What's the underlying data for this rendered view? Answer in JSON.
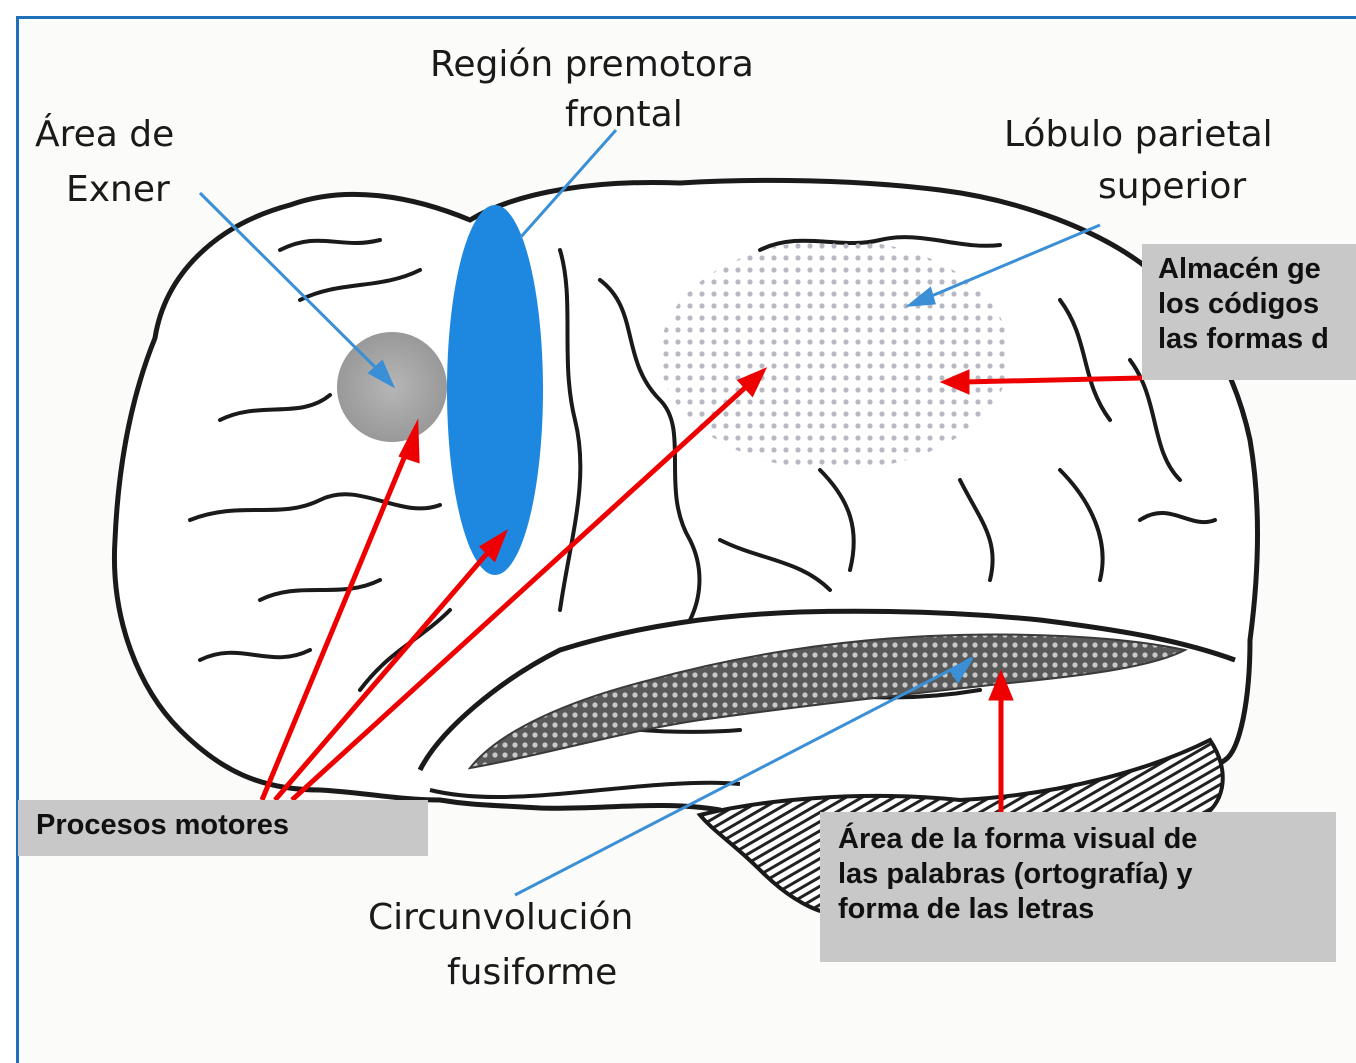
{
  "labels": {
    "exner_line1": "Área de",
    "exner_line2": "Exner",
    "premotora_line1": "Región premotora",
    "premotora_line2": "frontal",
    "parietal_line1": "Lóbulo parietal",
    "parietal_line2": "superior",
    "fusiforme_line1": "Circunvolución",
    "fusiforme_line2": "fusiforme"
  },
  "boxes": {
    "almacen_line1": "Almacén ge",
    "almacen_line2": "los códigos",
    "almacen_line3": "las formas d",
    "procesos": "Procesos motores",
    "vwfa_line1": "Área de la forma visual de",
    "vwfa_line2": "las palabras (ortografía) y",
    "vwfa_line3": "forma de las letras"
  },
  "colors": {
    "frame_border": "#1d6fb8",
    "premotor_blue": "#1e88e0",
    "exner_gray": "#a9a9a9",
    "arrow_red": "#ee0000",
    "pointer_blue": "#3a8fd6",
    "box_gray": "#c8c8c8"
  }
}
